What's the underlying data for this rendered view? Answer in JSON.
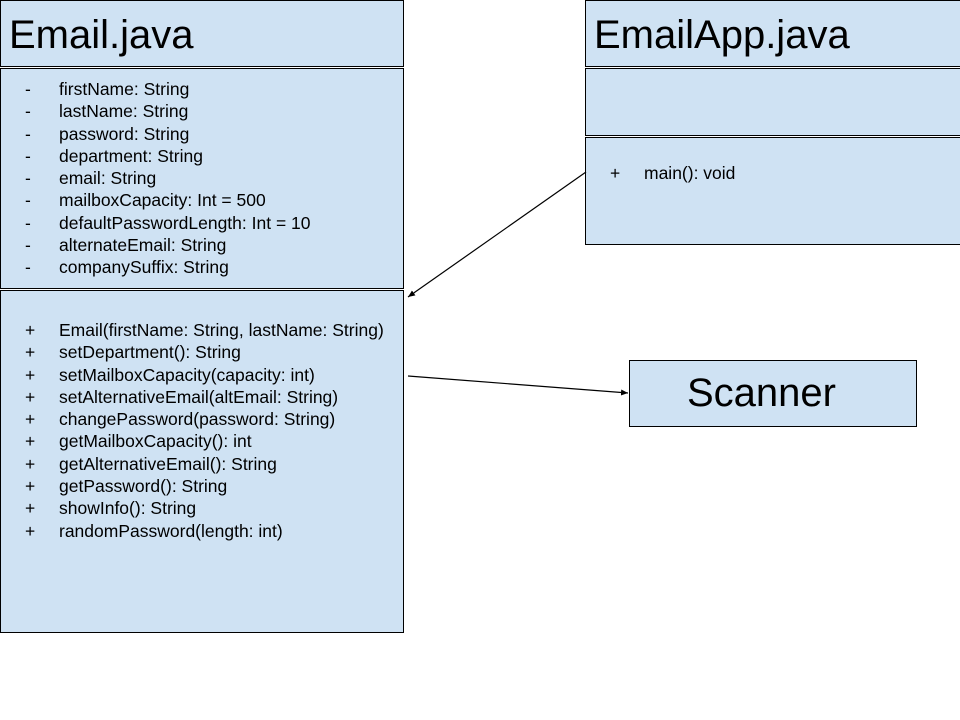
{
  "email_class": {
    "title": "Email.java",
    "attributes": [
      {
        "visibility": "-",
        "text": "firstName: String"
      },
      {
        "visibility": "-",
        "text": "lastName: String"
      },
      {
        "visibility": "-",
        "text": "password: String"
      },
      {
        "visibility": "-",
        "text": "department: String"
      },
      {
        "visibility": "-",
        "text": "email: String"
      },
      {
        "visibility": "-",
        "text": "mailboxCapacity: Int = 500"
      },
      {
        "visibility": "-",
        "text": "defaultPasswordLength: Int = 10"
      },
      {
        "visibility": "-",
        "text": "alternateEmail: String"
      },
      {
        "visibility": "-",
        "text": "companySuffix: String"
      }
    ],
    "methods": [
      {
        "visibility": "+",
        "text": "Email(firstName: String, lastName: String)"
      },
      {
        "visibility": "+",
        "text": "setDepartment(): String"
      },
      {
        "visibility": "+",
        "text": "setMailboxCapacity(capacity: int)"
      },
      {
        "visibility": "+",
        "text": "setAlternativeEmail(altEmail: String)"
      },
      {
        "visibility": "+",
        "text": "changePassword(password: String)"
      },
      {
        "visibility": "+",
        "text": "getMailboxCapacity(): int"
      },
      {
        "visibility": "+",
        "text": "getAlternativeEmail(): String"
      },
      {
        "visibility": "+",
        "text": "getPassword(): String"
      },
      {
        "visibility": "+",
        "text": "showInfo(): String"
      },
      {
        "visibility": "+",
        "text": "randomPassword(length: int)"
      }
    ]
  },
  "emailapp_class": {
    "title": "EmailApp.java",
    "attributes": [],
    "methods": [
      {
        "visibility": "+",
        "text": "main(): void"
      }
    ]
  },
  "scanner_box": {
    "label": "Scanner"
  },
  "colors": {
    "box_fill": "#cfe2f3",
    "border": "#000000",
    "text": "#000000"
  }
}
